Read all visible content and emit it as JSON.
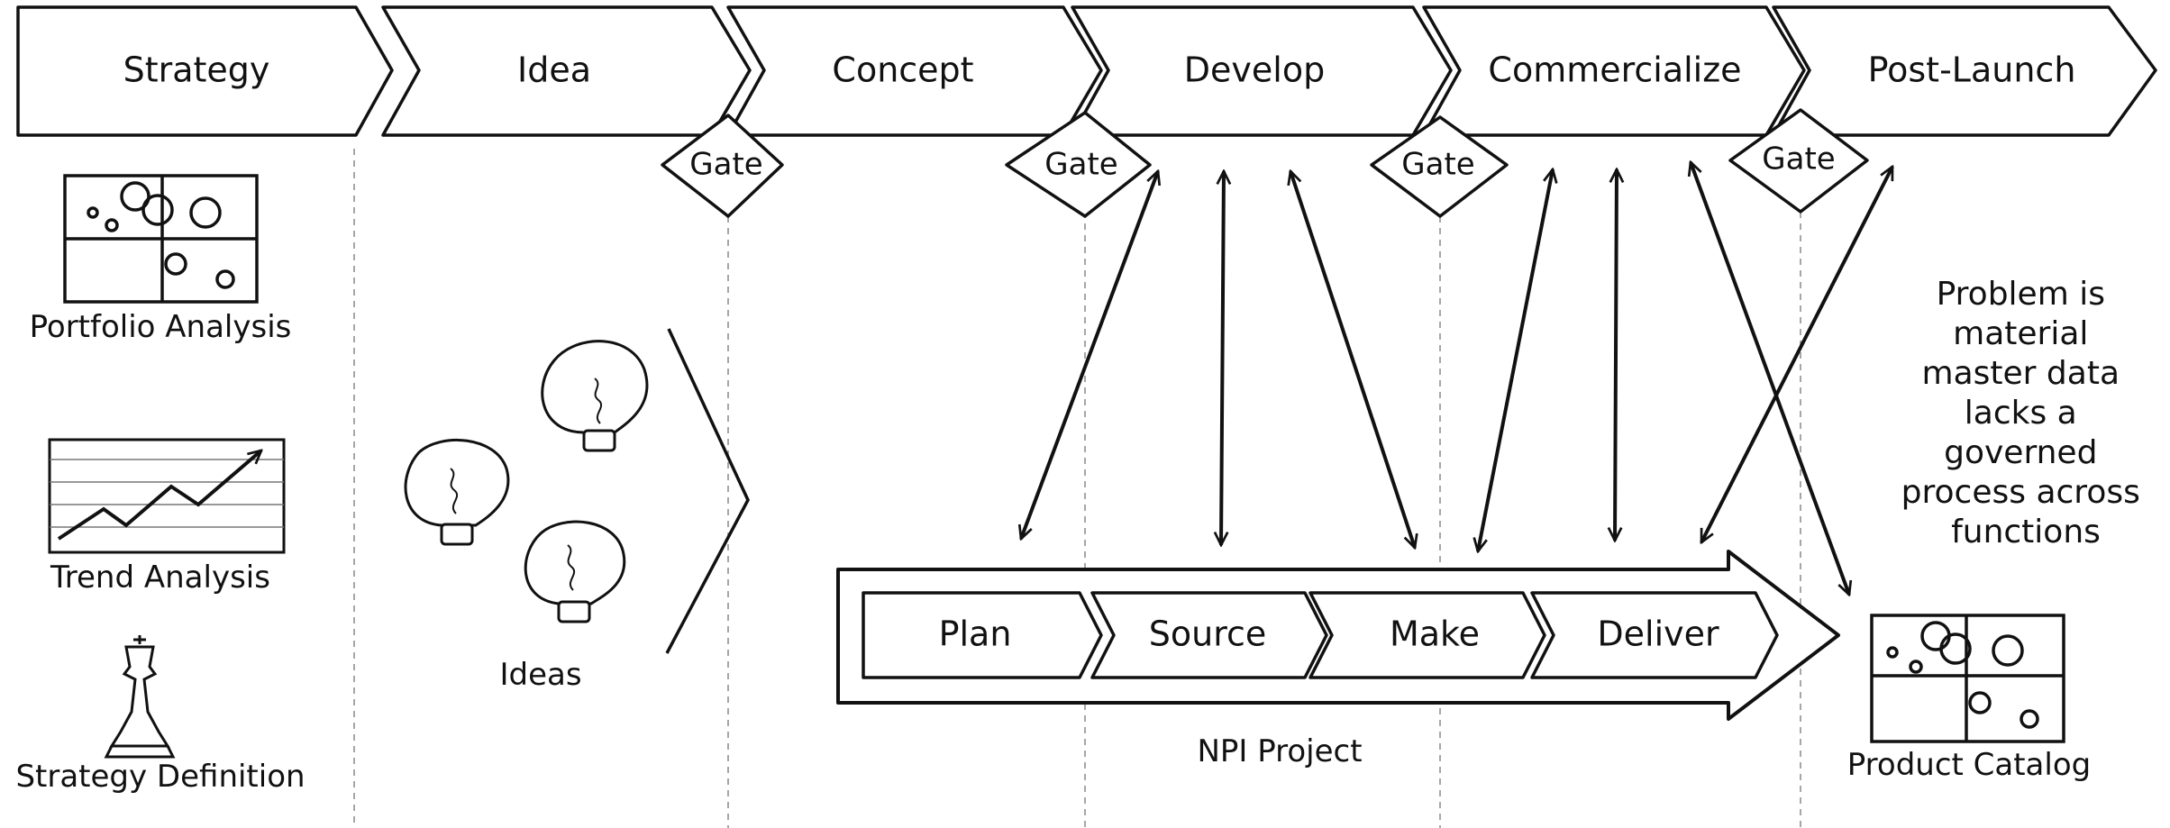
{
  "stages": [
    {
      "label": "Strategy"
    },
    {
      "label": "Idea"
    },
    {
      "label": "Concept"
    },
    {
      "label": "Develop"
    },
    {
      "label": "Commercialize"
    },
    {
      "label": "Post-Launch"
    }
  ],
  "gates": [
    "Gate",
    "Gate",
    "Gate",
    "Gate"
  ],
  "left_items": {
    "portfolio": "Portfolio Analysis",
    "trend": "Trend Analysis",
    "strategy": "Strategy Definition"
  },
  "ideas_label": "Ideas",
  "npi": {
    "label": "NPI Project",
    "steps": [
      "Plan",
      "Source",
      "Make",
      "Deliver"
    ]
  },
  "catalog_label": "Product Catalog",
  "note_lines": [
    "Problem is",
    "material",
    "master data",
    "lacks a",
    "governed",
    "process across",
    "functions"
  ]
}
